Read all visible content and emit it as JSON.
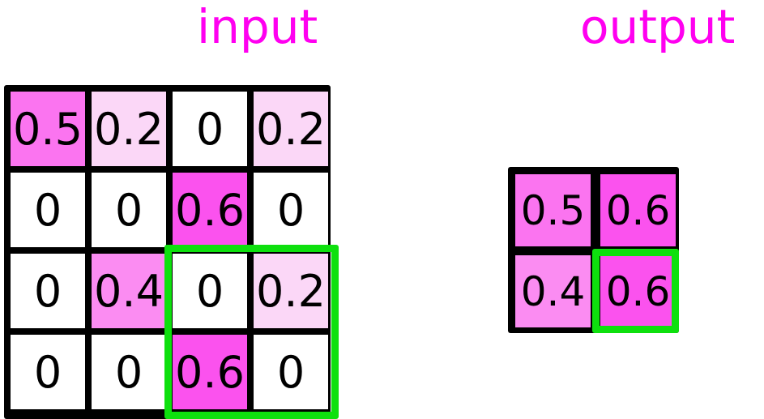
{
  "labels": {
    "input_title": "input",
    "output_title": "output"
  },
  "colors": {
    "title": "#ff00f0",
    "grid_line": "#000000",
    "highlight": "#0ee00e",
    "value_0": "#ffffff",
    "value_0_2": "#fbd7f7",
    "value_0_4": "#fb8cf2",
    "value_0_5": "#fb74f0",
    "value_0_6": "#fb52ee",
    "text": "#000000"
  },
  "input_grid": {
    "rows": 4,
    "cols": 4,
    "values": [
      [
        "0.5",
        "0.2",
        "0",
        "0.2"
      ],
      [
        "0",
        "0",
        "0.6",
        "0"
      ],
      [
        "0",
        "0.4",
        "0",
        "0.2"
      ],
      [
        "0",
        "0",
        "0.6",
        "0"
      ]
    ],
    "fills": [
      [
        "#fb74f0",
        "#fbd7f7",
        "#ffffff",
        "#fbd7f7"
      ],
      [
        "#ffffff",
        "#ffffff",
        "#fb52ee",
        "#ffffff"
      ],
      [
        "#ffffff",
        "#fb8cf2",
        "#ffffff",
        "#fbd7f7"
      ],
      [
        "#ffffff",
        "#ffffff",
        "#fb52ee",
        "#ffffff"
      ]
    ],
    "highlight_region": {
      "row_start": 2,
      "col_start": 2,
      "row_span": 2,
      "col_span": 2
    }
  },
  "output_grid": {
    "rows": 2,
    "cols": 2,
    "values": [
      [
        "0.5",
        "0.6"
      ],
      [
        "0.4",
        "0.6"
      ]
    ],
    "fills": [
      [
        "#fb74f0",
        "#fb52ee"
      ],
      [
        "#fb8cf2",
        "#fb52ee"
      ]
    ],
    "highlight_region": {
      "row_start": 1,
      "col_start": 1,
      "row_span": 1,
      "col_span": 1
    }
  },
  "chart_data": {
    "type": "heatmap",
    "title": "",
    "subtitle": "",
    "xlabel": "",
    "ylabel": "",
    "grid": true,
    "legend_position": "none",
    "panels": [
      {
        "name": "input",
        "label": "input",
        "shape": [
          4,
          4
        ],
        "matrix": [
          [
            0.5,
            0.2,
            0,
            0.2
          ],
          [
            0,
            0,
            0.6,
            0
          ],
          [
            0,
            0.4,
            0,
            0.2
          ],
          [
            0,
            0,
            0.6,
            0
          ]
        ],
        "cell_labels": [
          [
            "0.5",
            "0.2",
            "0",
            "0.2"
          ],
          [
            "0",
            "0",
            "0.6",
            "0"
          ],
          [
            "0",
            "0.4",
            "0",
            "0.2"
          ],
          [
            "0",
            "0",
            "0.6",
            "0"
          ]
        ],
        "highlight": {
          "rows": [
            2,
            3
          ],
          "cols": [
            2,
            3
          ],
          "color": "#0ee00e"
        }
      },
      {
        "name": "output",
        "label": "output",
        "shape": [
          2,
          2
        ],
        "matrix": [
          [
            0.5,
            0.6
          ],
          [
            0.4,
            0.6
          ]
        ],
        "cell_labels": [
          [
            "0.5",
            "0.6"
          ],
          [
            "0.4",
            "0.6"
          ]
        ],
        "highlight": {
          "rows": [
            1
          ],
          "cols": [
            1
          ],
          "color": "#0ee00e"
        }
      }
    ],
    "value_range": [
      0,
      0.6
    ],
    "colormap": "white-to-magenta"
  }
}
